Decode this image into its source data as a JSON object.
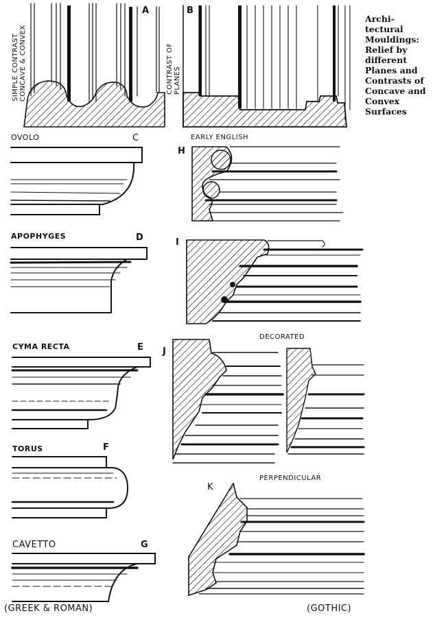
{
  "caption": {
    "lines": [
      "Archi-",
      "tectural",
      "Mouldings:",
      "Relief by",
      "different",
      "Planes and",
      "Contrasts of",
      "Concave and",
      "Convex",
      "Surfaces"
    ]
  },
  "figures": {
    "A": {
      "letter": "A",
      "side_label_1": "SIMPLE CONTRAST",
      "side_label_2": "CONCAVE & CONVEX"
    },
    "B": {
      "letter": "B",
      "side_label_1": "CONTRAST OF",
      "side_label_2": "PLANES"
    },
    "C": {
      "letter": "C",
      "name": "OVOLO"
    },
    "D": {
      "letter": "D",
      "name": "APOPHYGES"
    },
    "E": {
      "letter": "E",
      "name": "CYMA RECTA"
    },
    "F": {
      "letter": "F",
      "name": "TORUS"
    },
    "G": {
      "letter": "G",
      "name": "CAVETTO"
    },
    "H": {
      "letter": "H",
      "name": "EARLY ENGLISH"
    },
    "I": {
      "letter": "I"
    },
    "J": {
      "letter": "J",
      "name": "DECORATED"
    },
    "K": {
      "letter": "K",
      "name": "PERPENDICULAR"
    }
  },
  "footer": {
    "left": "(GREEK & ROMAN)",
    "right": "(GOTHIC)"
  }
}
